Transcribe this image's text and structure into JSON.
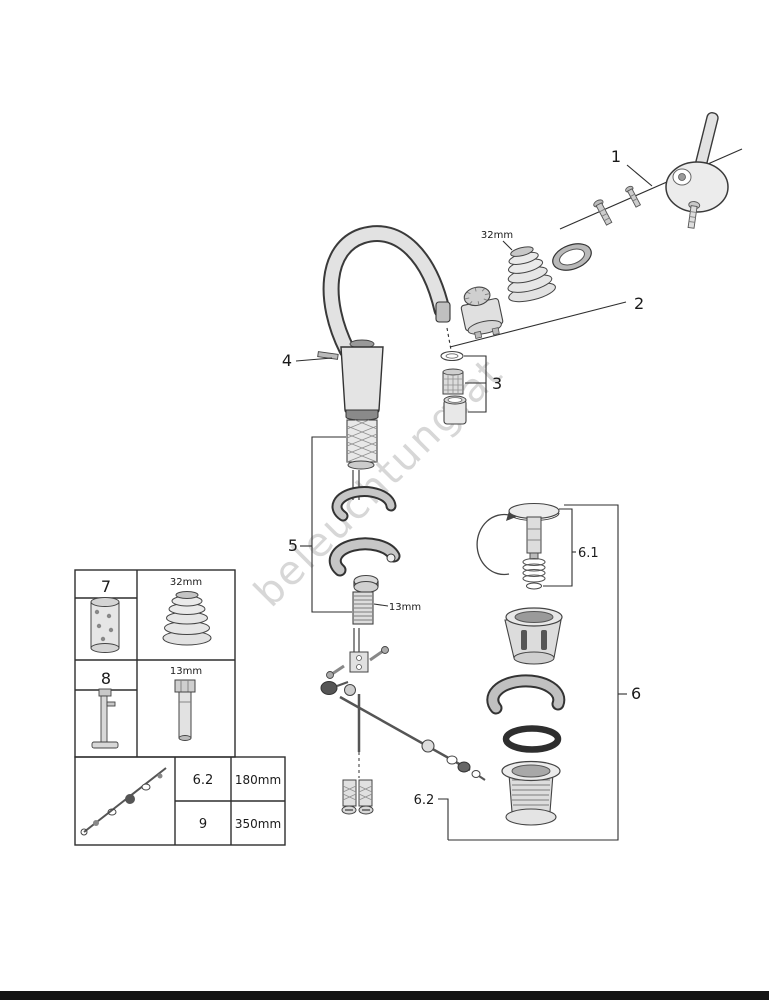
{
  "watermark": "beleuchtung.at",
  "callouts": {
    "n1": "1",
    "n2": "2",
    "n3": "3",
    "n4": "4",
    "n5": "5",
    "n6": "6",
    "n61": "6.1",
    "n62": "6.2"
  },
  "dimensions": {
    "d32": "32mm",
    "d13": "13mm"
  },
  "legend": {
    "item7": {
      "num": "7",
      "size": "32mm"
    },
    "item8": {
      "num": "8",
      "size": "13mm"
    },
    "table": {
      "row1": {
        "ref": "6.2",
        "len": "180mm"
      },
      "row2": {
        "ref": "9",
        "len": "350mm"
      }
    }
  }
}
